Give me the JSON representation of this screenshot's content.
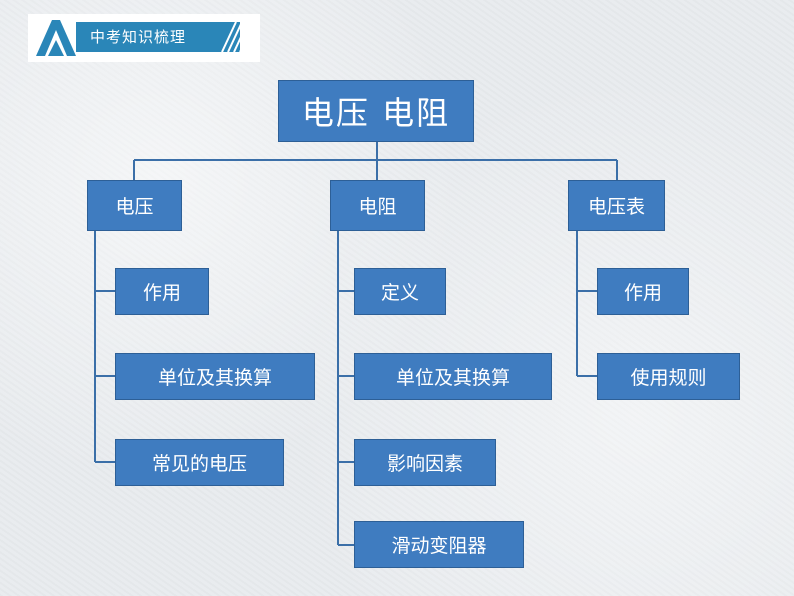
{
  "header": {
    "title": "中考知识梳理"
  },
  "root": {
    "label": "电压 电阻"
  },
  "branches": [
    {
      "label": "电压",
      "children": [
        "作用",
        "单位及其换算",
        "常见的电压"
      ]
    },
    {
      "label": "电阻",
      "children": [
        "定义",
        "单位及其换算",
        "影响因素",
        "滑动变阻器"
      ]
    },
    {
      "label": "电压表",
      "children": [
        "作用",
        "使用规则"
      ]
    }
  ],
  "colors": {
    "node": "#3f7cc0",
    "line": "#3b6fa8",
    "header": "#2a86b8"
  },
  "icons": [
    "logo-a-icon",
    "stripes-icon"
  ]
}
